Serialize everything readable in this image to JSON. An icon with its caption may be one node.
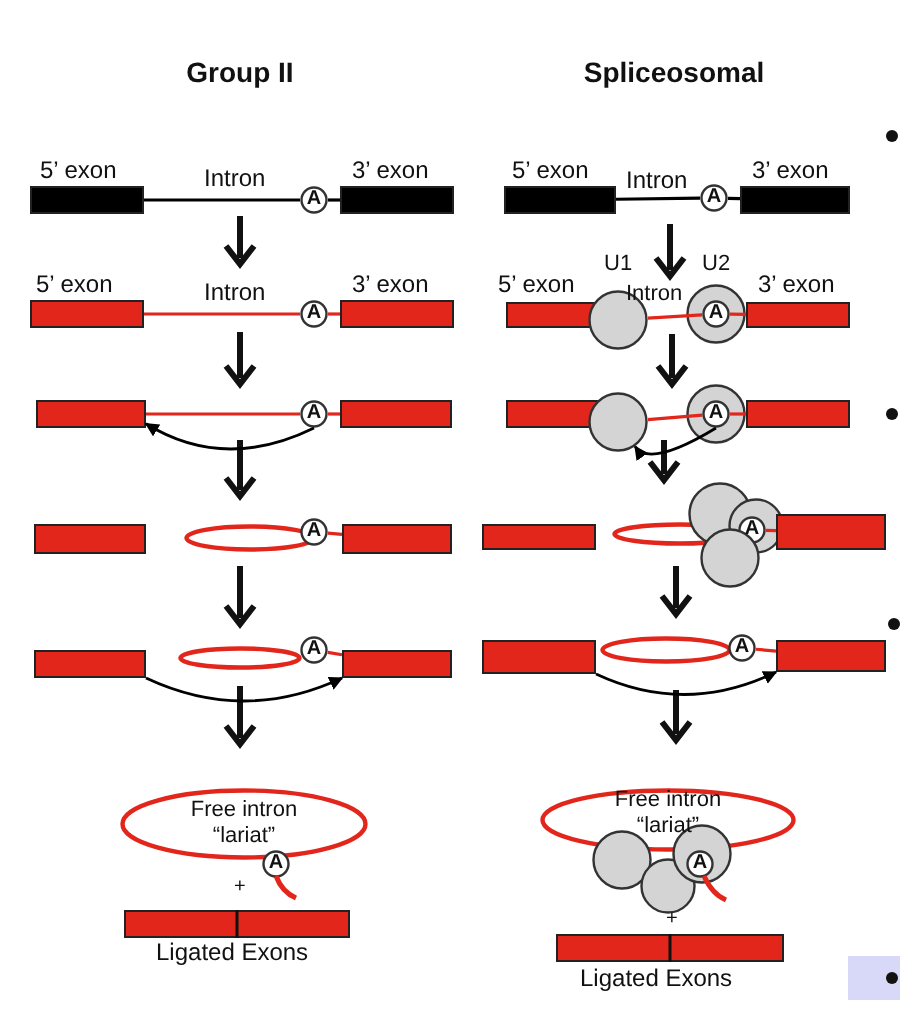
{
  "diagram": {
    "nodes": [
      {
        "text": [
          "5’ exon"
        ]
      },
      {
        "text": [
          "A"
        ]
      },
      {
        "text": [
          "3’ exon"
        ]
      },
      {
        "text": [
          "5’ exon"
        ]
      },
      {
        "text": [
          "A"
        ]
      },
      {
        "text": [
          "3’ exon"
        ]
      },
      {
        "text": [
          "5’ exon"
        ]
      },
      {
        "text": [
          "A"
        ]
      },
      {
        "text": [
          "3’ exon"
        ]
      },
      {
        "text": [
          "5’ exon"
        ]
      },
      {
        "text": [
          "U1"
        ]
      },
      {
        "text": [
          "U2"
        ]
      },
      {
        "text": [
          "A"
        ],
        "in": 11
      },
      {
        "text": [
          "3’ exon"
        ]
      },
      {
        "text": [],
        "shape": "box"
      },
      {
        "text": [
          "A"
        ]
      },
      {
        "text": [],
        "shape": "box"
      },
      {
        "text": [],
        "shape": "box"
      },
      {
        "text": [],
        "shape": "circle"
      },
      {
        "text": [],
        "shape": "circle"
      },
      {
        "text": [
          "A"
        ],
        "in": 19
      },
      {
        "text": [],
        "shape": "box"
      },
      {
        "text": [],
        "shape": "box"
      },
      {
        "text": [],
        "shape": "ellipse"
      },
      {
        "text": [
          "A"
        ]
      },
      {
        "text": [],
        "shape": "box"
      },
      {
        "text": [],
        "shape": "box"
      },
      {
        "text": [],
        "shape": "ellipse"
      },
      {
        "text": [],
        "shape": "circle"
      },
      {
        "text": [],
        "shape": "circle"
      },
      {
        "text": [],
        "shape": "circle"
      },
      {
        "text": [
          "A"
        ],
        "in": 29
      },
      {
        "text": [],
        "shape": "box"
      },
      {
        "text": [],
        "shape": "box"
      },
      {
        "text": [],
        "shape": "ellipse"
      },
      {
        "text": [
          "A"
        ]
      },
      {
        "text": [],
        "shape": "box"
      },
      {
        "text": [],
        "shape": "box"
      },
      {
        "text": [],
        "shape": "ellipse"
      },
      {
        "text": [
          "A"
        ]
      },
      {
        "text": [],
        "shape": "box"
      },
      {
        "text": [
          "Free intron “lariat”"
        ]
      },
      {
        "text": [
          "A"
        ]
      },
      {
        "text": [
          "Free intron “lariat”"
        ]
      },
      {
        "text": [],
        "shape": "circle"
      },
      {
        "text": [],
        "shape": "circle"
      },
      {
        "text": [],
        "shape": "circle"
      },
      {
        "text": [
          "A"
        ],
        "in": 46
      },
      {
        "text": [
          "Ligated Exons"
        ]
      },
      {
        "text": [
          "Ligated Exons"
        ]
      }
    ],
    "edges": [
      {
        "from": 0,
        "to": 1,
        "arrow": "none",
        "color": "#000000"
      },
      {
        "from": 1,
        "to": 2,
        "arrow": "none",
        "color": "#000000"
      },
      {
        "from": 3,
        "to": 4,
        "arrow": "none",
        "color": "#000000"
      },
      {
        "from": 4,
        "to": 5,
        "arrow": "none",
        "color": "#000000"
      },
      {
        "from": 6,
        "to": 7,
        "arrow": "none"
      },
      {
        "from": 7,
        "to": 8,
        "arrow": "none"
      },
      {
        "from": 10,
        "to": 12,
        "arrow": "none"
      },
      {
        "from": 12,
        "to": 13,
        "arrow": "none"
      },
      {
        "from": 14,
        "to": 15,
        "arrow": "none"
      },
      {
        "from": 15,
        "to": 16,
        "arrow": "none"
      },
      {
        "from": 18,
        "to": 20,
        "arrow": "none"
      },
      {
        "from": 20,
        "to": 21,
        "arrow": "none"
      },
      {
        "from": 15,
        "to": 14,
        "arrow": "to",
        "color": "#000000"
      },
      {
        "from": 20,
        "to": 18,
        "arrow": "to",
        "color": "#000000"
      },
      {
        "from": 24,
        "to": 25,
        "arrow": "none"
      },
      {
        "from": 31,
        "to": 32,
        "arrow": "none"
      },
      {
        "from": 35,
        "to": 36,
        "arrow": "none"
      },
      {
        "from": 39,
        "to": 40,
        "arrow": "none"
      },
      {
        "from": 33,
        "to": 36,
        "arrow": "to",
        "color": "#000000"
      },
      {
        "from": 37,
        "to": 40,
        "arrow": "to",
        "color": "#000000"
      }
    ],
    "labels": [
      "Group II",
      "Spliceosomal",
      "Intron",
      "Intron",
      "Intron",
      "Intron",
      "+",
      "+"
    ]
  }
}
